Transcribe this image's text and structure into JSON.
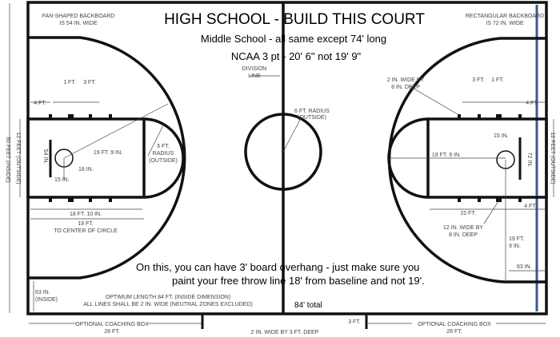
{
  "title": "HIGH SCHOOL - BUILD THIS COURT",
  "subtitle1": "Middle School - all same except 74' long",
  "subtitle2": "NCAA 3 pt - 20' 6\" not 19' 9\"",
  "note1": "On this, you can have 3' board overhang - just make sure you",
  "note2": "paint your free throw line 18' from baseline and not 19'.",
  "total": "84' total",
  "colors": {
    "line": "#111111",
    "backboard_blue": "#3a5a8a"
  },
  "labels": {
    "fan_backboard_1": "FAN-SHAPED BACKBOARD",
    "fan_backboard_2": "IS 54 IN. WIDE",
    "rect_backboard_1": "RECTANGULAR BACKBOARD",
    "rect_backboard_2": "IS 72 IN. WIDE",
    "division_1": "DIVISION",
    "division_2": "LINE",
    "center_radius_1": "6 FT. RADIUS",
    "center_radius_2": "(OUTSIDE)",
    "left_1ft": "1 FT.",
    "left_3ft": "3 FT.",
    "left_4ft": "4 FT.",
    "right_3ft": "3 FT.",
    "right_1ft": "1 FT.",
    "right_4ft": "4 FT.",
    "mark_right_1": "2 IN. WIDE BY",
    "mark_right_2": "8 IN. DEEP",
    "left_3pt": "19 FT. 9 IN.",
    "right_3pt": "19 FT. 9 IN.",
    "ft_radius_1": "6 FT.",
    "ft_radius_2": "RADIUS",
    "ft_radius_3": "(OUTSIDE)",
    "left_54": "54 IN.",
    "left_18in": "18 IN.",
    "left_15in": "15 IN.",
    "right_15in": "15 IN.",
    "right_72": "72 IN.",
    "left_18ft10": "18 FT. 10 IN.",
    "left_19ft_1": "19 FT.",
    "left_19ft_2": "TO CENTER OF CIRCLE",
    "right_15ft": "15 FT.",
    "right_4ft_b": "4 FT.",
    "mark_12_1": "12 IN. WIDE BY",
    "mark_12_2": "8 IN. DEEP",
    "right_19ft_1": "19 FT.",
    "right_19ft_2": "9 IN.",
    "right_63": "63 IN.",
    "left_63_1": "63 IN.",
    "left_63_2": "(INSIDE)",
    "optimum_1": "OPTIMUM LENGTH 84 FT. (INSIDE DIMENSION)",
    "optimum_2": "ALL LINES SHALL BE 2 IN. WIDE (NEUTRAL ZONES EXCLUDED)",
    "width_50": "50 FEET (INSIDE)",
    "lane_12_left": "12 FEET (OUTSIDE)",
    "lane_12_right": "12 FEET (OUTSIDE)",
    "coach_left_1": "OPTIONAL COACHING BOX",
    "coach_left_2": "28 FT.",
    "coach_right_1": "OPTIONAL COACHING BOX",
    "coach_right_2": "28 FT.",
    "bottom_mark": "2 IN. WIDE BY 3 FT. DEEP",
    "bottom_3ft": "3 FT."
  }
}
